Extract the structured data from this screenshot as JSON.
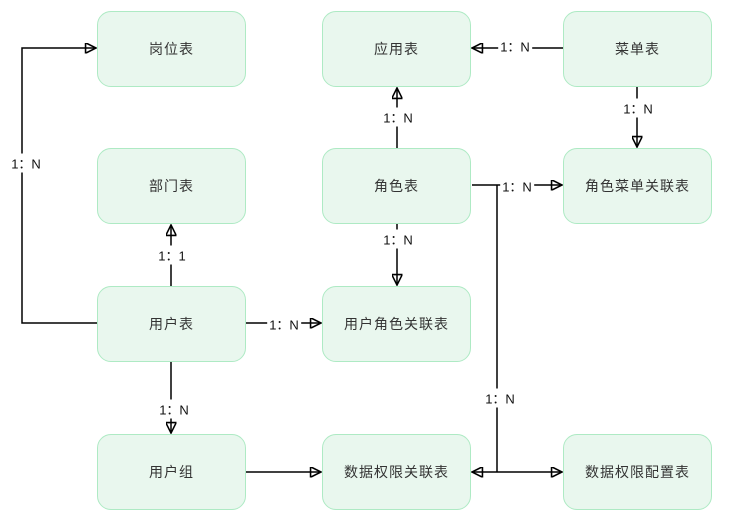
{
  "diagram": {
    "colors": {
      "node_fill": "#e9f7ee",
      "node_border": "#aeeac4",
      "line": "#000000",
      "node_text": "#333333",
      "label_text": "#111111"
    },
    "nodes": {
      "post": {
        "label": "岗位表"
      },
      "application": {
        "label": "应用表"
      },
      "menu": {
        "label": "菜单表"
      },
      "department": {
        "label": "部门表"
      },
      "role": {
        "label": "角色表"
      },
      "role_menu": {
        "label": "角色菜单关联表"
      },
      "user": {
        "label": "用户表"
      },
      "user_role": {
        "label": "用户角色关联表"
      },
      "user_group": {
        "label": "用户组"
      },
      "data_perm_rel": {
        "label": "数据权限关联表"
      },
      "data_perm_cfg": {
        "label": "数据权限配置表"
      }
    },
    "edges": {
      "user_to_post": {
        "label": "1：N"
      },
      "user_to_department": {
        "label": "1：1"
      },
      "user_to_user_role": {
        "label": "1：N"
      },
      "user_to_user_group": {
        "label": "1：N"
      },
      "role_to_application": {
        "label": "1：N"
      },
      "role_to_user_role": {
        "label": "1：N"
      },
      "menu_to_application": {
        "label": "1：N"
      },
      "menu_to_role_menu": {
        "label": "1：N"
      },
      "role_to_role_menu": {
        "label": "1：N"
      },
      "role_to_data_perm": {
        "label": "1：N"
      }
    }
  }
}
